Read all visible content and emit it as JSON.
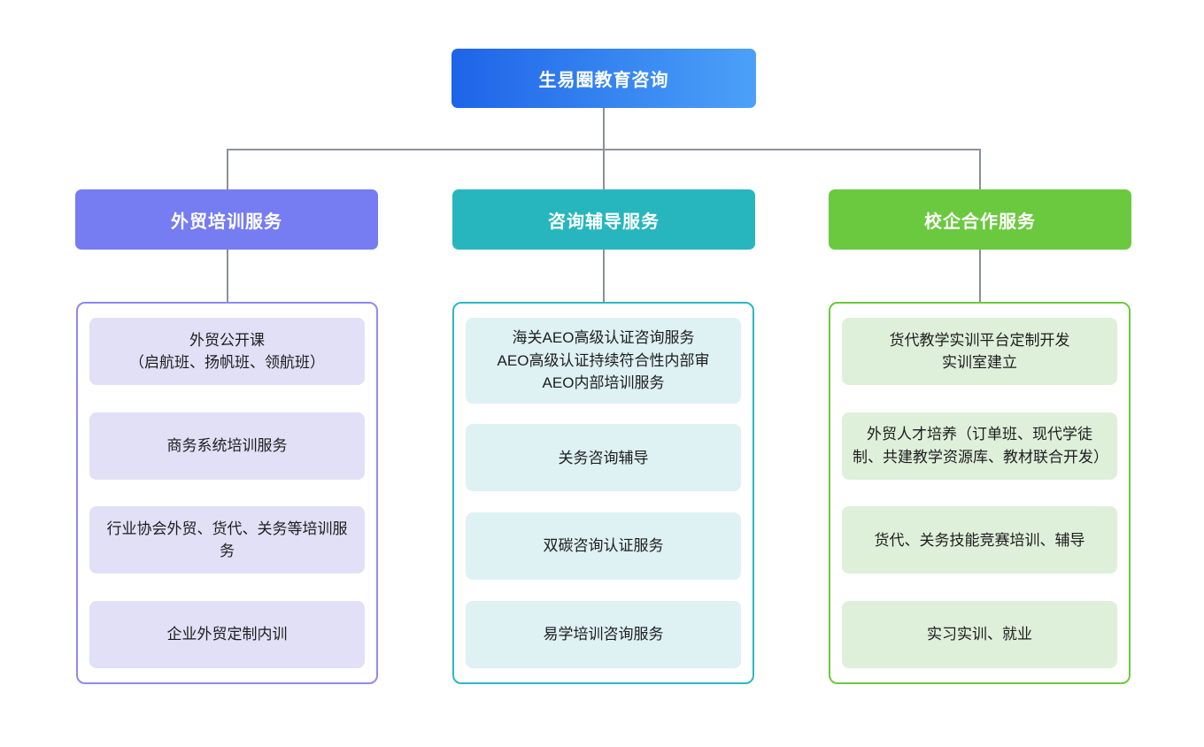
{
  "page": {
    "background_color": "#ffffff",
    "connector_color": "#8b9199",
    "text_color": "#1d1d1f"
  },
  "root": {
    "label": "生易圈教育咨询",
    "gradient_from": "#1E64E8",
    "gradient_to": "#4BA1F8",
    "text_color": "#ffffff"
  },
  "branches": [
    {
      "header": "外贸培训服务",
      "header_color": "#767CF1",
      "border_color": "#8D8AF0",
      "item_bg": "#E2E0F6",
      "items": [
        "外贸公开课\n（启航班、扬帆班、领航班）",
        "商务系统培训服务",
        "行业协会外贸、货代、关务等培训服务",
        "企业外贸定制内训"
      ]
    },
    {
      "header": "咨询辅导服务",
      "header_color": "#27B6BE",
      "border_color": "#2BB7C1",
      "item_bg": "#DEF1F3",
      "items": [
        "海关AEO高级认证咨询服务\nAEO高级认证持续符合性内部审\nAEO内部培训服务",
        "关务咨询辅导",
        "双碳咨询认证服务",
        "易学培训咨询服务"
      ]
    },
    {
      "header": "校企合作服务",
      "header_color": "#6BC93F",
      "border_color": "#6EC83F",
      "item_bg": "#DFF0DA",
      "items": [
        "货代教学实训平台定制开发\n实训室建立",
        "外贸人才培养（订单班、现代学徒制、共建教学资源库、教材联合开发）",
        "货代、关务技能竞赛培训、辅导",
        "实习实训、就业"
      ]
    }
  ]
}
